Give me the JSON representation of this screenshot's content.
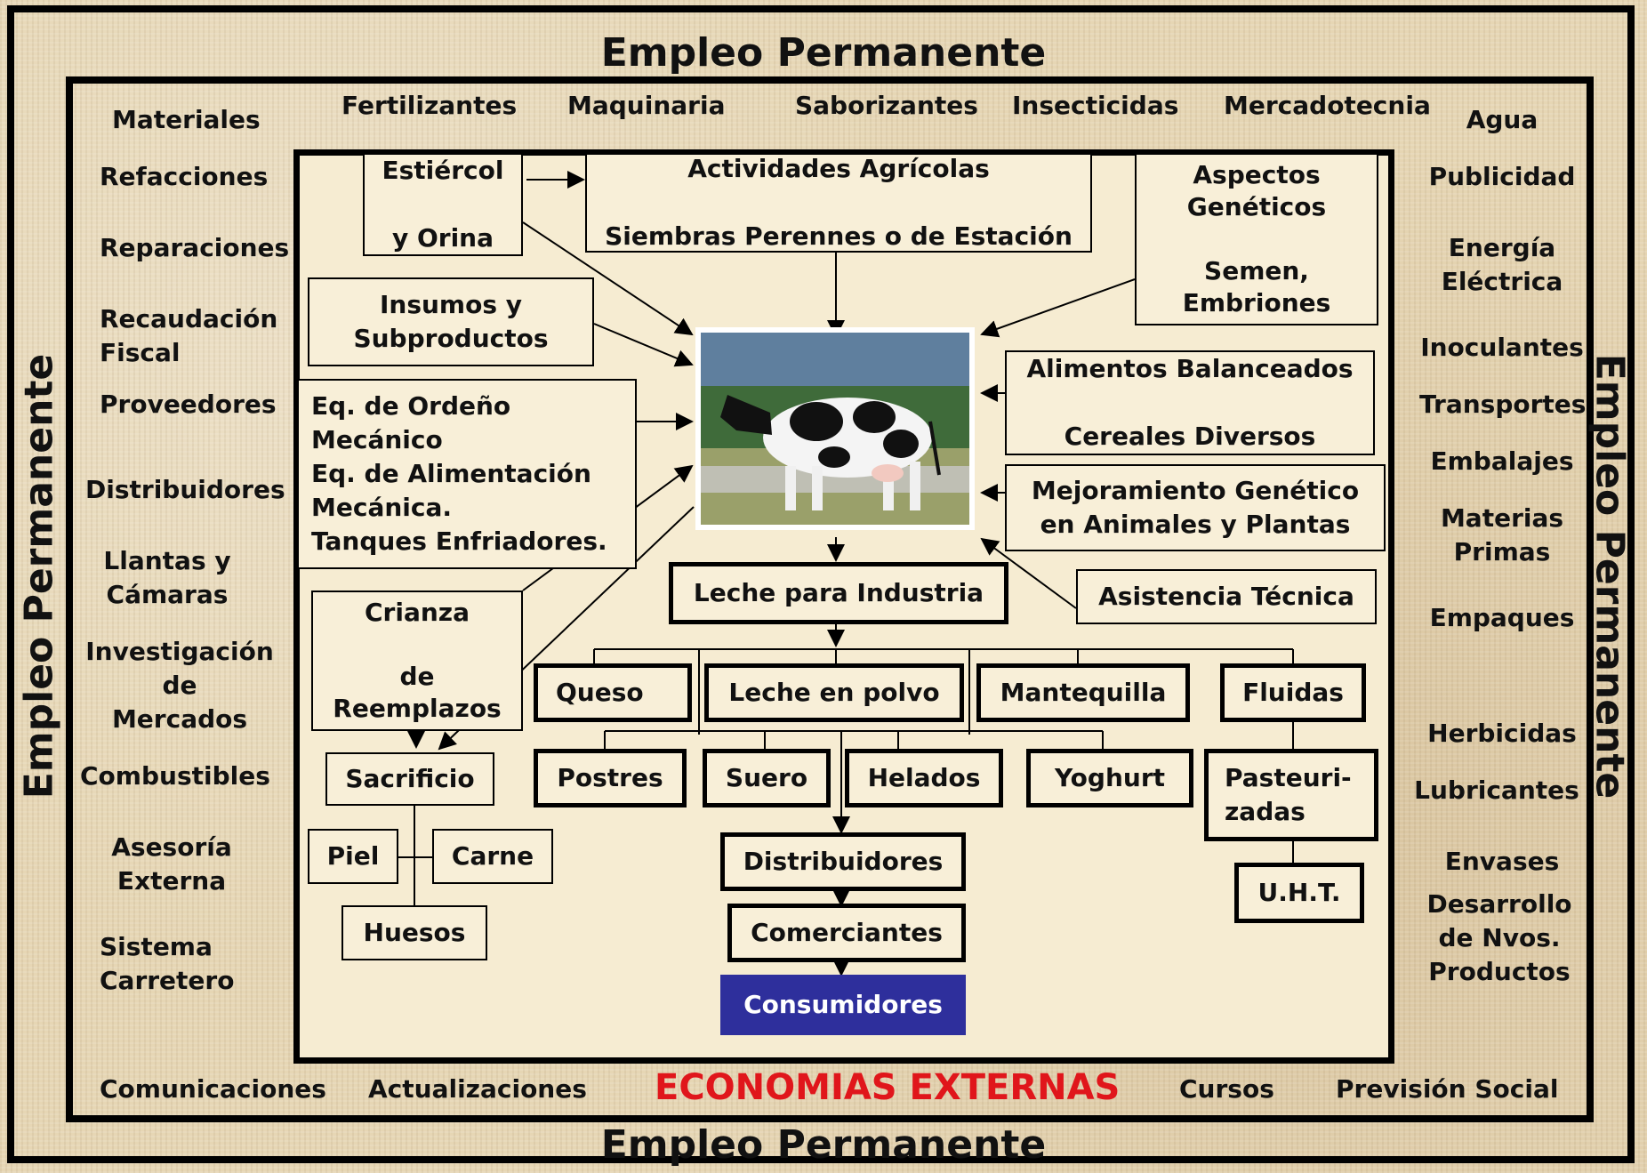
{
  "titles": {
    "top": "Empleo Permanente",
    "bottom": "Empleo Permanente",
    "left": "Empleo Permanente",
    "right": "Empleo Permanente"
  },
  "top_row": [
    "Fertilizantes",
    "Maquinaria",
    "Saborizantes",
    "Insecticidas",
    "Mercadotecnia"
  ],
  "left_col": [
    "Materiales",
    "Refacciones",
    "Reparaciones",
    "Recaudación\nFiscal",
    "Proveedores",
    "Distribuidores",
    "Llantas y\nCámaras",
    "Investigación\nde\nMercados",
    "Combustibles",
    "Asesoría\nExterna",
    "Sistema\nCarretero"
  ],
  "right_col": [
    "Agua",
    "Publicidad",
    "Energía\nEléctrica",
    "Inoculantes",
    "Transportes",
    "Embalajes",
    "Materias\nPrimas",
    "Empaques",
    "Herbicidas",
    "Lubricantes",
    "Envases",
    "Desarrollo\nde Nvos.\nProductos"
  ],
  "bottom_row": {
    "comunicaciones": "Comunicaciones",
    "actualizaciones": "Actualizaciones",
    "economias": "ECONOMIAS EXTERNAS",
    "cursos": "Cursos",
    "prevision": "Previsión Social"
  },
  "boxes": {
    "estiercol": "Estiércol\n\ny Orina",
    "actividades": "Actividades Agrícolas\n\nSiembras Perennes o de Estación",
    "geneticos": "Aspectos\nGenéticos\n\nSemen,\nEmbriones",
    "insumos": "Insumos y\nSubproductos",
    "ordeno": "Eq. de Ordeño\n Mecánico\nEq. de Alimentación\nMecánica.\nTanques Enfriadores.",
    "alimentos": "Alimentos Balanceados\n\nCereales Diversos",
    "mejoramiento": "Mejoramiento Genético\nen Animales y Plantas",
    "asistencia": "Asistencia Técnica",
    "leche_industria": "Leche para Industria",
    "crianza": "Crianza\n\nde\nReemplazos",
    "sacrificio": "Sacrificio",
    "piel": "Piel",
    "carne": "Carne",
    "huesos": "Huesos",
    "queso": "Queso",
    "leche_polvo": "Leche en polvo",
    "mantequilla": "Mantequilla",
    "fluidas": "Fluidas",
    "postres": "Postres",
    "suero": "Suero",
    "helados": "Helados",
    "yoghurt": "Yoghurt",
    "pasteurizadas": "Pasteuri-\nzadas",
    "uht": "U.H.T.",
    "distribuidores": "Distribuidores",
    "comerciantes": "Comerciantes",
    "consumidores": "Consumidores"
  },
  "colors": {
    "background": "#e6d6b4",
    "inner_panel": "#f6ecd2",
    "consumers_fill": "#2e2f9c",
    "economias_text": "#e0161b"
  },
  "icons": {
    "cow": "holstein-cow-photo"
  }
}
